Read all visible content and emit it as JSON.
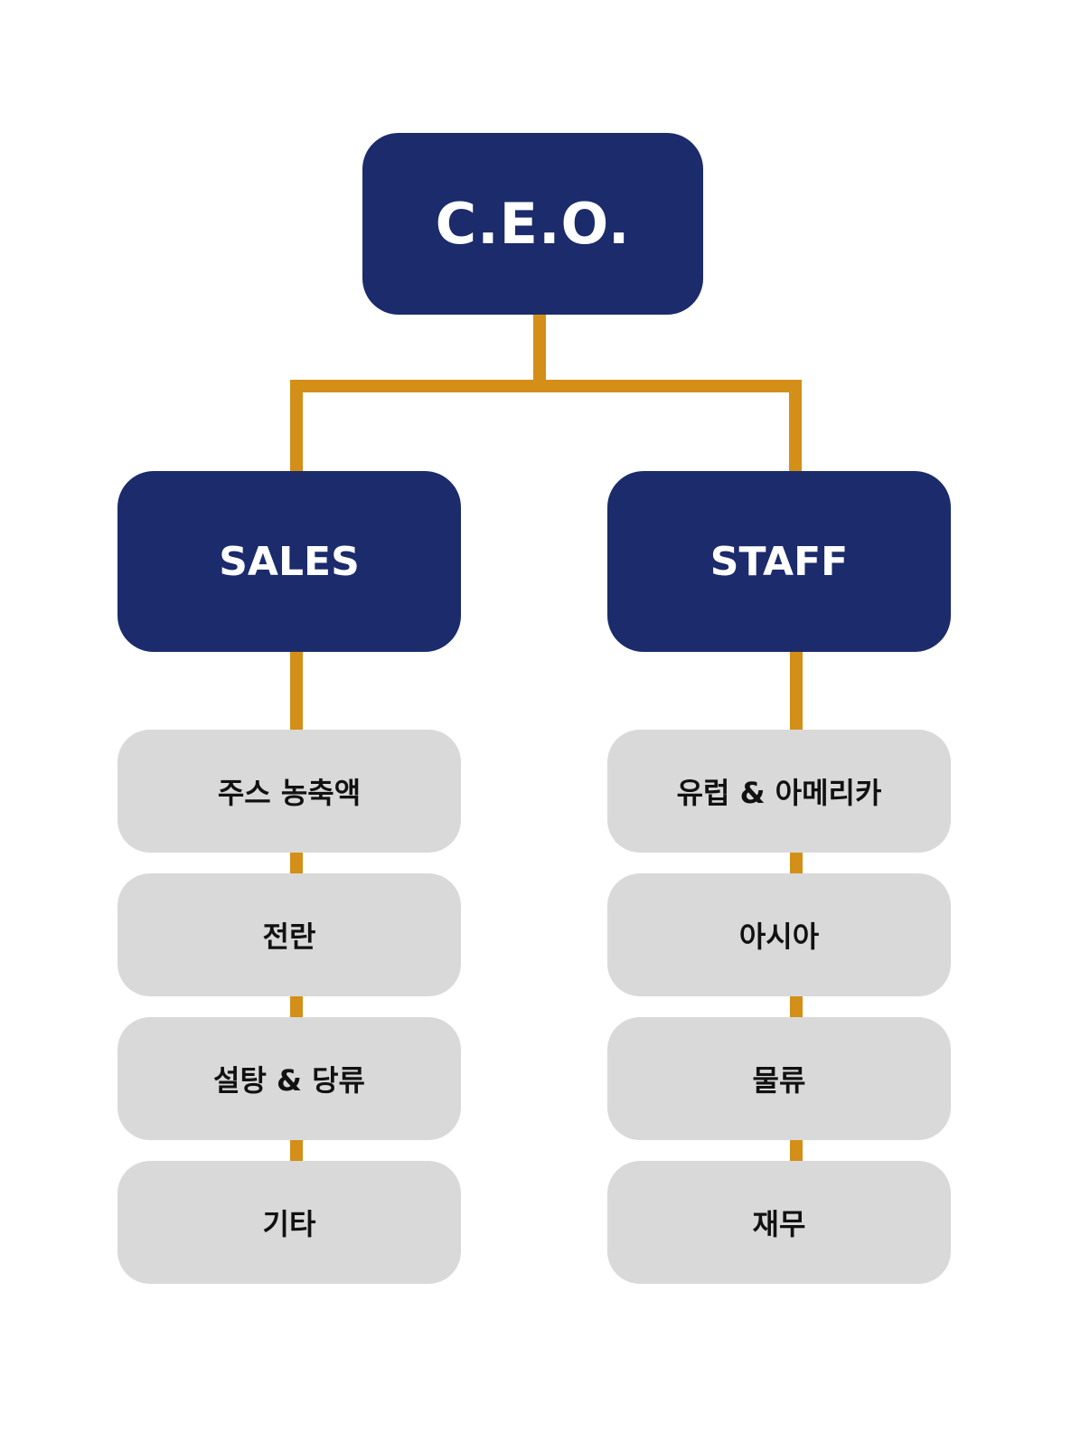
{
  "colors": {
    "primary_box": "#1b2b6b",
    "secondary_box": "#d9d9d9",
    "connector": "#d38f17",
    "primary_text": "#ffffff",
    "secondary_text": "#111111"
  },
  "ceo": {
    "label": "C.E.O."
  },
  "sales": {
    "label": "SALES",
    "items": [
      {
        "label": "주스 농축액"
      },
      {
        "label": "전란"
      },
      {
        "label": "설탕 & 당류"
      },
      {
        "label": "기타"
      }
    ]
  },
  "staff": {
    "label": "STAFF",
    "items": [
      {
        "label": "유럽 & 아메리카"
      },
      {
        "label": "아시아"
      },
      {
        "label": "물류"
      },
      {
        "label": "재무"
      }
    ]
  }
}
